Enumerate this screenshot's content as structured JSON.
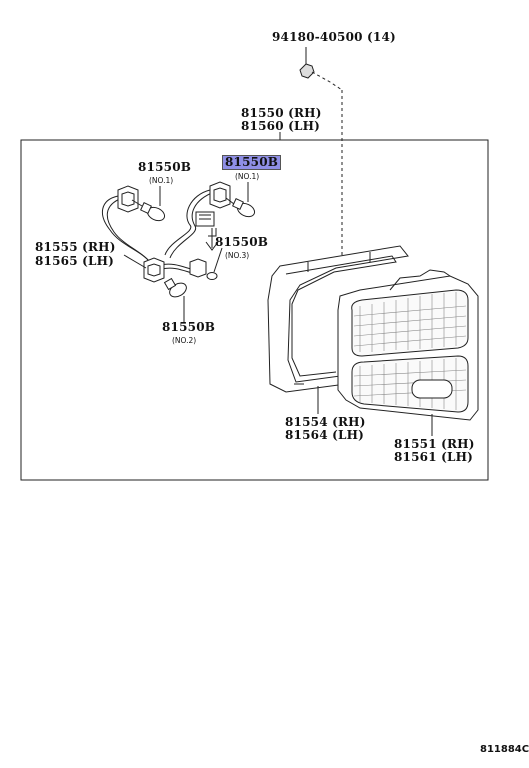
{
  "labels": {
    "clip": "94180-40500 (14)",
    "lamp_rh": "81550 (RH)",
    "lamp_lh": "81560 (LH)",
    "bulb_no1_a": "81550B",
    "bulb_no1_a_sub": "(NO.1)",
    "bulb_no1_b": "81550B",
    "bulb_no1_b_sub": "(NO.1)",
    "bulb_no3": "81550B",
    "bulb_no3_sub": "(NO.3)",
    "bulb_no2": "81550B",
    "bulb_no2_sub": "(NO.2)",
    "socket_rh": "81555 (RH)",
    "socket_lh": "81565 (LH)",
    "gasket_rh": "81554 (RH)",
    "gasket_lh": "81564 (LH)",
    "lens_rh": "81551 (RH)",
    "lens_lh": "81561 (LH)"
  },
  "diagram_code": "811884C",
  "highlight_color": "#8f8fe6"
}
